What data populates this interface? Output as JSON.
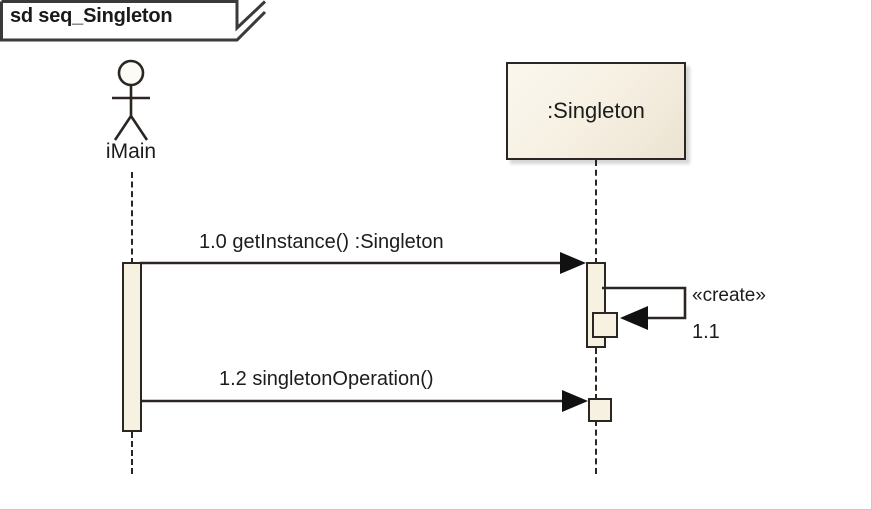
{
  "diagram": {
    "kind": "uml-sequence-diagram",
    "frame_title": "sd seq_Singleton",
    "colors": {
      "stroke": "#2b2622",
      "fill_cream": "#f7f1e2",
      "box_fill_light": "#fbf7ee",
      "box_fill_dark": "#ece3d1",
      "background": "#ffffff",
      "image_border": "#c8c8c8"
    }
  },
  "participants": [
    {
      "id": "actor",
      "type": "actor",
      "label": "iMain",
      "icon": "stick-figure-actor-icon"
    },
    {
      "id": "singleton",
      "type": "object",
      "label": ":Singleton"
    }
  ],
  "messages": [
    {
      "id": "m1",
      "number": "1.0",
      "label": "1.0 getInstance() :Singleton",
      "from": "actor",
      "to": "singleton",
      "arrow": "filled-solid",
      "kind": "synchronous"
    },
    {
      "id": "m2",
      "number": "1.1",
      "stereotype": "«create»",
      "number_label": "1.1",
      "from": "singleton",
      "to": "singleton",
      "arrow": "filled-solid",
      "kind": "self-create"
    },
    {
      "id": "m3",
      "number": "1.2",
      "label": "1.2 singletonOperation()",
      "from": "actor",
      "to": "singleton",
      "arrow": "filled-solid",
      "kind": "synchronous"
    }
  ]
}
